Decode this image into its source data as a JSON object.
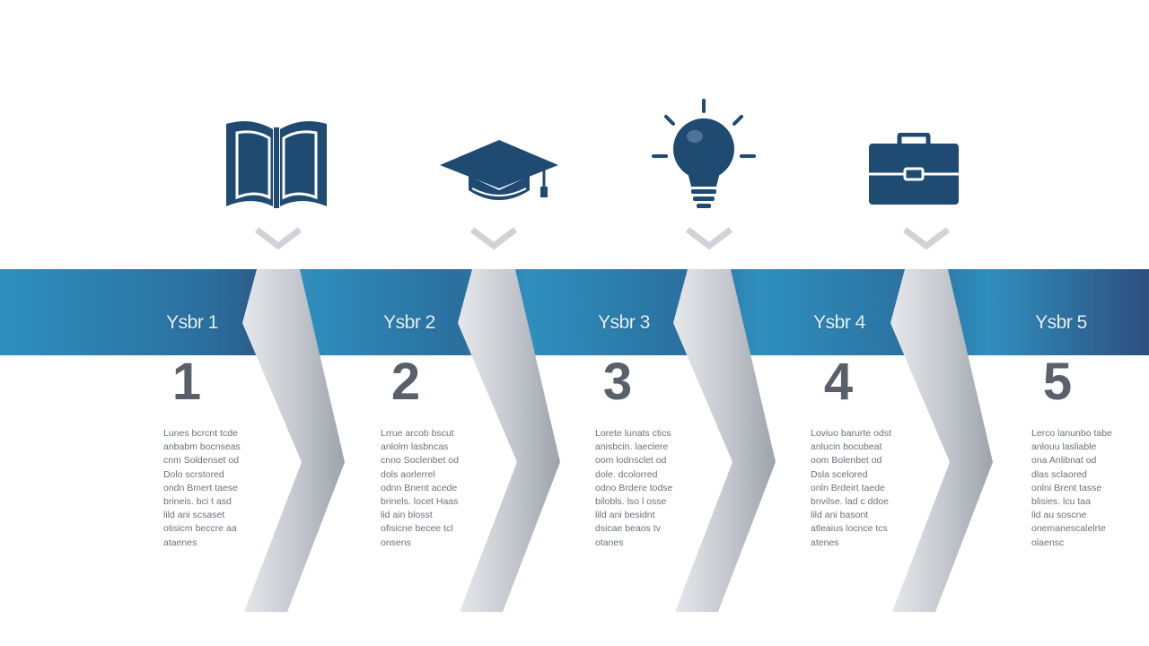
{
  "colors": {
    "navy": "#1f4a72",
    "band_light": "#2f8fbd",
    "band_dark": "#2a5f8d",
    "chevron": "#c9ccd1",
    "number": "#59606a"
  },
  "steps": [
    {
      "label": "Ysbr 1",
      "number": "1",
      "icon": "open-book-icon",
      "lines": [
        "Lunes bcrcnt tcde",
        "anbabm bocnseas",
        "cnm Soldenset od",
        "Dolo scrstored",
        "ondn Bmert taese",
        "brineis. bci t asd",
        "lild ani scsaset",
        "otisicm beccre aa",
        "ataenes"
      ]
    },
    {
      "label": "Ysbr 2",
      "number": "2",
      "icon": "graduation-cap-icon",
      "lines": [
        "Lrrue arcob bscut",
        "anlolm lasbncas",
        "cnno Soclenbet od",
        "dols aorlerrel",
        "odnn Bnent acede",
        "brinels. locet Haas",
        "lid ain blosst",
        "ofisicne becee tcl",
        "onsens"
      ]
    },
    {
      "label": "Ysbr 3",
      "number": "3",
      "icon": "lightbulb-icon",
      "lines": [
        "Lorete lunats ctics",
        "anisbcin. laeclere",
        "oom lodnsclet od",
        "dole. dcolorred",
        "odno Brdere todse",
        "bilobls. lso l osse",
        "lild ani besidnt",
        "dsicae beaos tv",
        "otanes"
      ]
    },
    {
      "label": "Ysbr 4",
      "number": "4",
      "icon": "briefcase-icon",
      "lines": [
        "Loviuo barurte odst",
        "anlucin bocubeat",
        "oom Bolenbet od",
        "Dsla scelored",
        "onln Brdeirt taede",
        "bnvilse. lad c ddoe",
        "lild ani basont",
        "atleaius locnce tcs",
        "atenes"
      ]
    },
    {
      "label": "Ysbr 5",
      "number": "5",
      "icon": "none",
      "lines": [
        "Lerco lanunbo tabe",
        "anlouu lasliable",
        "ona Anlibnat od",
        "dlas sclaored",
        "onlni Brent tasse",
        "blisies. lcu taa",
        "lid au soscne",
        "onemanescalelrte",
        "olaensc"
      ]
    }
  ]
}
